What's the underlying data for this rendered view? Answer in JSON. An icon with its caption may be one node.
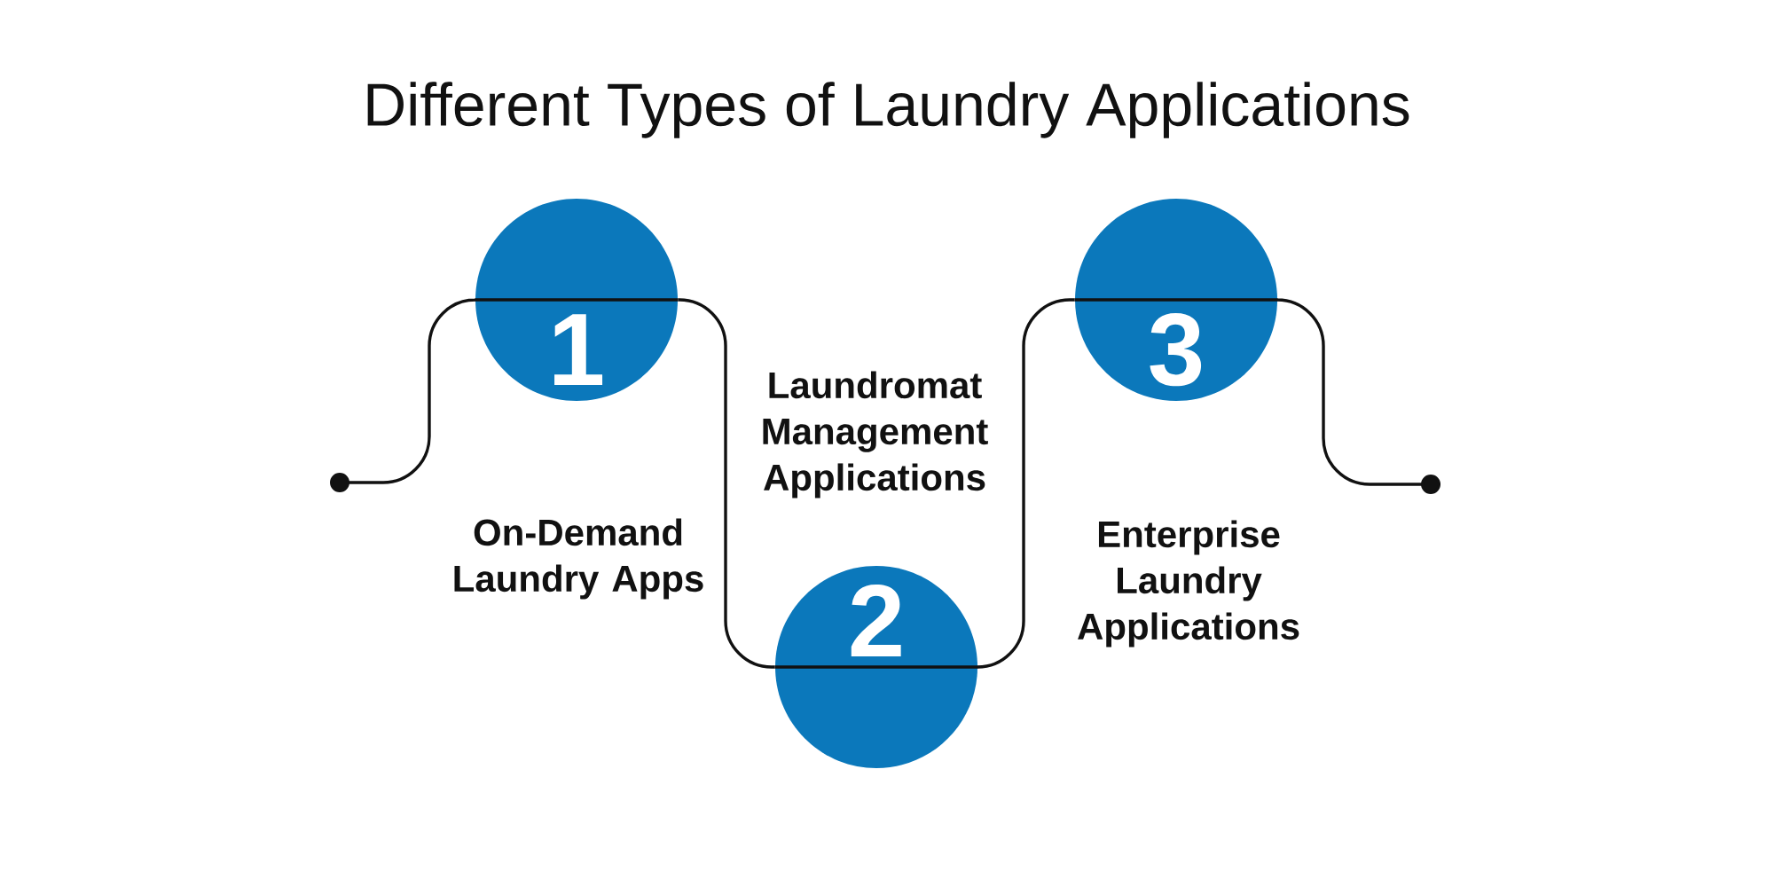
{
  "diagram": {
    "title": "Different Types of Laundry Applications",
    "nodes": [
      {
        "text": [
          "1"
        ],
        "beside": [
          "On-Demand Laundry Apps"
        ]
      },
      {
        "text": [
          "2"
        ],
        "beside": [
          "Laundromat Management Applications"
        ]
      },
      {
        "text": [
          "3"
        ],
        "beside": [
          "Enterprise Laundry Applications"
        ]
      }
    ],
    "edges": [
      {
        "from": null,
        "to": 0,
        "arrow": "other"
      },
      {
        "from": 0,
        "to": 1,
        "arrow": "none"
      },
      {
        "from": 1,
        "to": 2,
        "arrow": "none"
      },
      {
        "from": 2,
        "to": null,
        "arrow": "other"
      }
    ]
  }
}
